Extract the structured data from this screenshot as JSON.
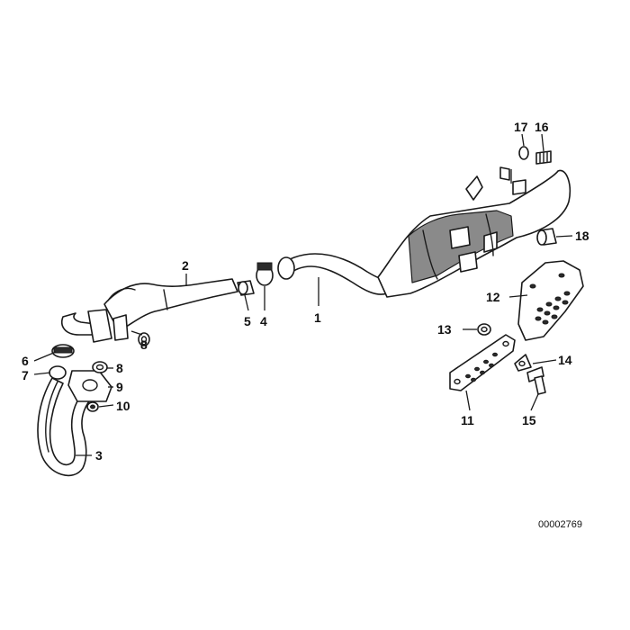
{
  "diagram": {
    "reference_code": "00002769",
    "callouts": {
      "c1": "1",
      "c2": "2",
      "c3": "3",
      "c4": "4",
      "c5": "5",
      "c6": "6",
      "c7": "7",
      "c8a": "8",
      "c8b": "8",
      "c9": "9",
      "c10": "10",
      "c11": "11",
      "c12": "12",
      "c13": "13",
      "c14": "14",
      "c15": "15",
      "c16": "16",
      "c17": "17",
      "c18": "18"
    }
  }
}
